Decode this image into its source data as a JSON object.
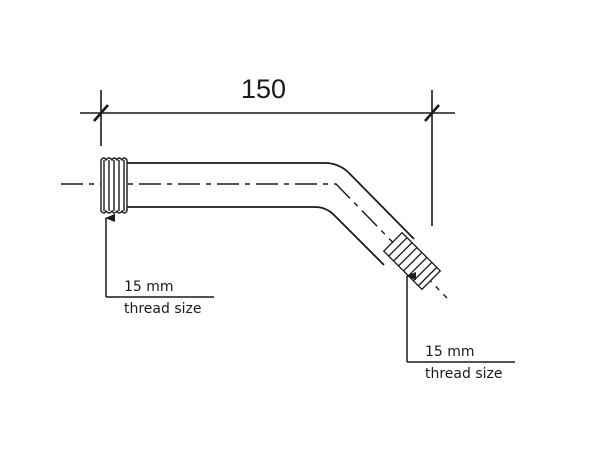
{
  "drawing": {
    "subject": "shower arm",
    "dimension": {
      "value": "150",
      "units_implied": "mm"
    },
    "callouts": [
      {
        "size": "15 mm",
        "label": "thread size",
        "position": "inlet (left end)"
      },
      {
        "size": "15 mm",
        "label": "thread size",
        "position": "outlet (angled end)"
      }
    ],
    "colors": {
      "line": "#1a1a1a",
      "background": "#ffffff"
    }
  }
}
